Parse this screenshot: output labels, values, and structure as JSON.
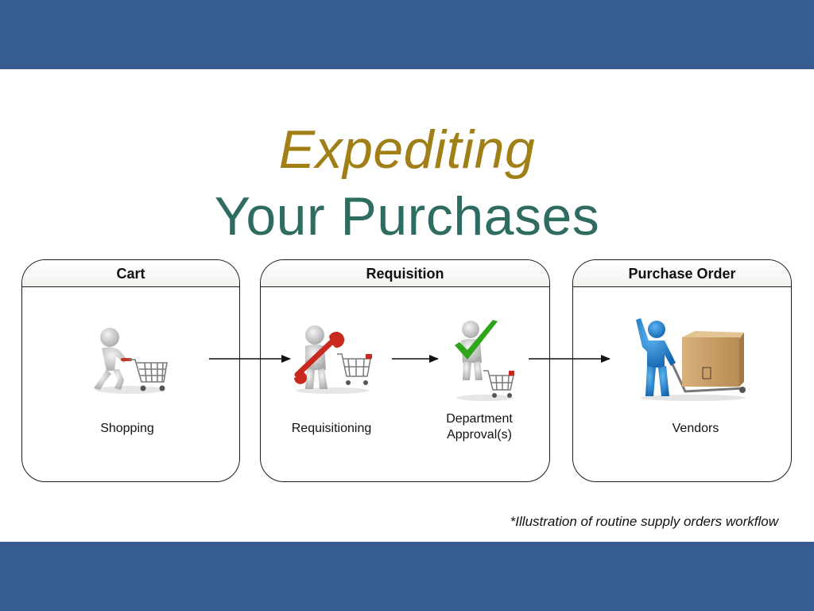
{
  "title": {
    "line1": "Expediting",
    "line2": "Your Purchases"
  },
  "colors": {
    "band": "#385e91",
    "title_line1": "#a07f16",
    "title_line2": "#2e6c62",
    "figure": "#c9c9c9",
    "vendor_figure": "#1f86d2",
    "wrench": "#c8281e",
    "check": "#2fa51c",
    "box": "#c9a26b"
  },
  "stages": [
    {
      "header": "Cart",
      "steps": [
        {
          "label": "Shopping",
          "icon": "person-pushing-cart-icon"
        }
      ]
    },
    {
      "header": "Requisition",
      "steps": [
        {
          "label": "Requisitioning",
          "icon": "person-with-wrench-and-cart-icon"
        },
        {
          "label": "Department Approval(s)",
          "icon": "person-with-checkmark-and-cart-icon"
        }
      ]
    },
    {
      "header": "Purchase Order",
      "steps": [
        {
          "label": "Vendors",
          "icon": "person-with-box-hand-truck-icon"
        }
      ]
    }
  ],
  "footnote": "*Illustration of routine supply orders workflow"
}
